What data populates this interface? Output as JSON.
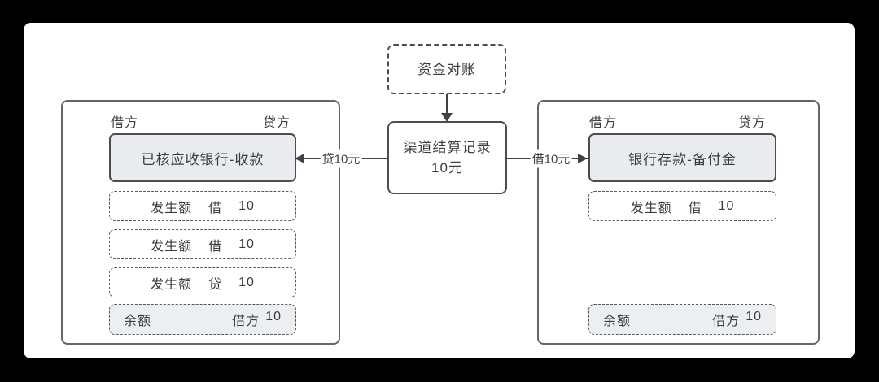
{
  "nodes": {
    "reconciliation_label": "资金对账",
    "settlement_line1": "渠道结算记录",
    "settlement_line2": "10元"
  },
  "arrows": {
    "left_label": "贷10元",
    "right_label": "借10元"
  },
  "left_panel": {
    "debit_header": "借方",
    "credit_header": "贷方",
    "account": "已核应收银行-收款",
    "entries": [
      {
        "name": "发生额",
        "side": "借",
        "amount": "10"
      },
      {
        "name": "发生额",
        "side": "借",
        "amount": "10"
      },
      {
        "name": "发生额",
        "side": "贷",
        "amount": "10"
      }
    ],
    "balance": {
      "name": "余额",
      "side": "借方",
      "amount": "10"
    }
  },
  "right_panel": {
    "debit_header": "借方",
    "credit_header": "贷方",
    "account": "银行存款-备付金",
    "entries": [
      {
        "name": "发生额",
        "side": "借",
        "amount": "10"
      }
    ],
    "balance": {
      "name": "余额",
      "side": "借方",
      "amount": "10"
    }
  },
  "colors": {
    "frame_background": "#000000",
    "canvas_background": "#ffffff",
    "account_box_fill": "#e9ebee",
    "balance_row_fill": "#edeef0",
    "border_dark": "#4a4d52",
    "panel_border": "#63666b",
    "text": "#3d4043"
  }
}
